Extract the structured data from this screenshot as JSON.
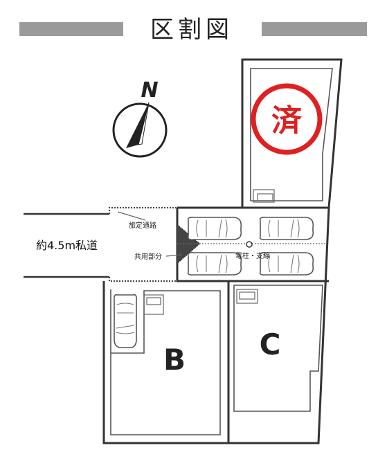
{
  "title": "区割図",
  "road": {
    "label": "約4.5m私道"
  },
  "labels": {
    "dedicated_road": "旅定通路",
    "common_area": "共用部分",
    "utility_pole": "電柱・支線"
  },
  "north": {
    "letter": "N"
  },
  "stamp": {
    "text": "済",
    "color": "#e02020"
  },
  "lots": {
    "b": "B",
    "c": "C"
  },
  "colors": {
    "title_bar": "#9a9a9a",
    "line": "#333333"
  }
}
